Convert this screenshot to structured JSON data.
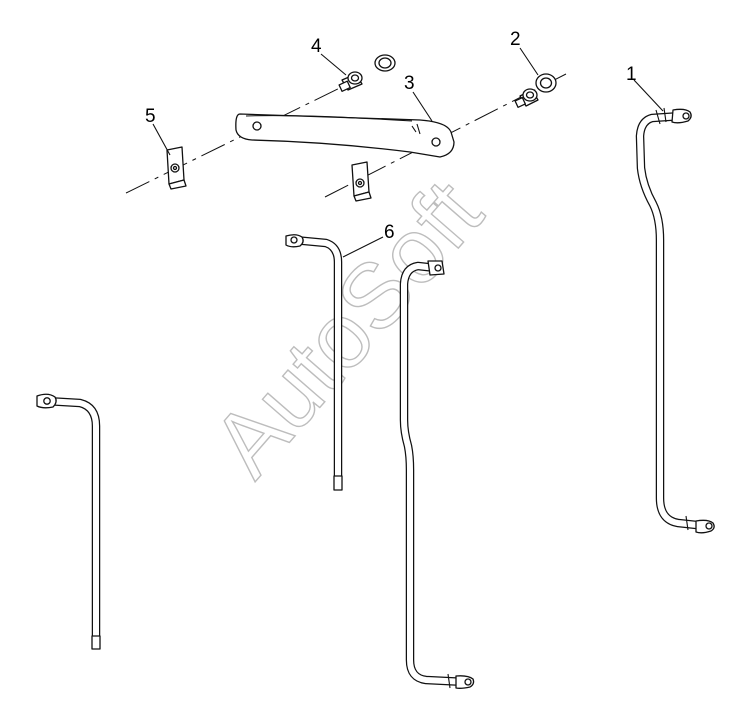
{
  "diagram": {
    "callouts": [
      {
        "id": "callout-1",
        "label": "1"
      },
      {
        "id": "callout-2",
        "label": "2"
      },
      {
        "id": "callout-3",
        "label": "3"
      },
      {
        "id": "callout-4",
        "label": "4"
      },
      {
        "id": "callout-5",
        "label": "5"
      },
      {
        "id": "callout-6",
        "label": "6"
      }
    ],
    "watermark": "AutoSoft",
    "colors": {
      "line": "#111111",
      "watermark": "#bdbdbd",
      "background": "#ffffff"
    }
  }
}
